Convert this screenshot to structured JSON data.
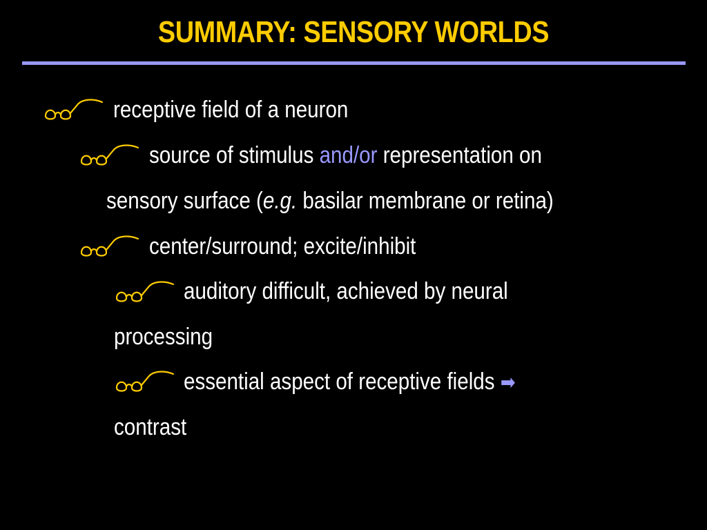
{
  "slide": {
    "title": "SUMMARY: SENSORY WORLDS",
    "colors": {
      "background": "#000000",
      "title": "#FFCC00",
      "rule": "#9999FF",
      "text": "#FFFFFF",
      "accent": "#9999FF",
      "bullet": "#FFCC00"
    },
    "bullet_icon": "eyeglasses-icon",
    "items": [
      {
        "text": "receptive field of a neuron"
      },
      {
        "text_before": "source of stimulus ",
        "highlight": "and/or",
        "text_after": " representation on",
        "continuation_before": "sensory surface (",
        "continuation_italic": "e.g.",
        "continuation_after": " basilar membrane or retina)"
      },
      {
        "text": "center/surround; excite/inhibit"
      },
      {
        "text": "auditory difficult, achieved by neural",
        "continuation": "processing"
      },
      {
        "text": "essential aspect of receptive fields ",
        "arrow_icon": "right-arrow-icon",
        "continuation": "contrast"
      }
    ]
  }
}
